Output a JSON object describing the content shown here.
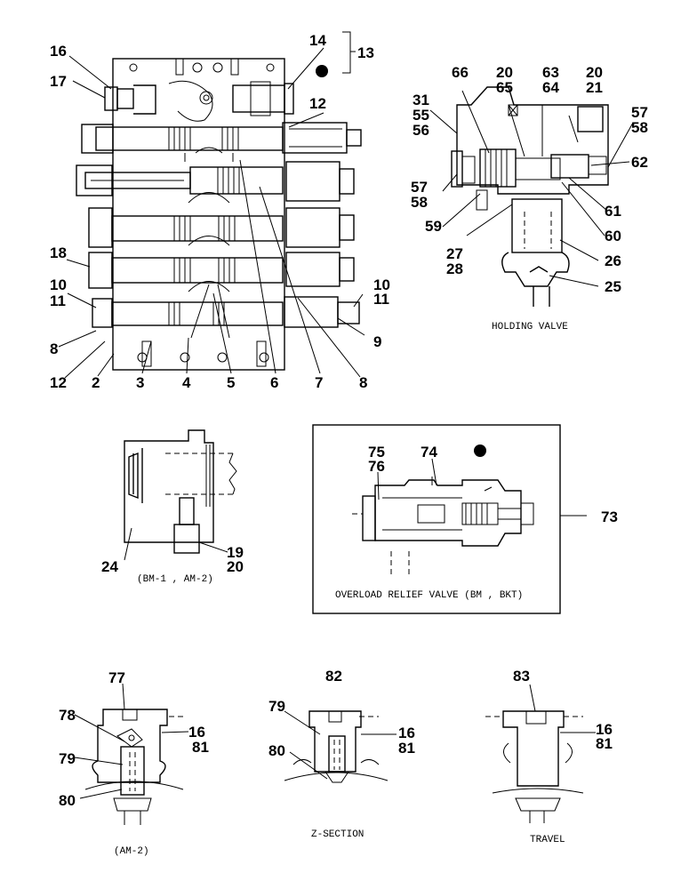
{
  "main_valve": {
    "callouts": {
      "c16": "16",
      "c17": "17",
      "c14": "14",
      "c13": "13",
      "c12a": "12",
      "c18": "18",
      "c10": "10",
      "c11": "11",
      "c8a": "8",
      "c12b": "12",
      "c2": "2",
      "c3": "3",
      "c4": "4",
      "c5": "5",
      "c6": "6",
      "c7": "7",
      "c8b": "8",
      "c9": "9",
      "c10r": "10",
      "c11r": "11"
    }
  },
  "holding_valve": {
    "caption": "HOLDING  VALVE",
    "callouts": {
      "c66": "66",
      "c20a": "20",
      "c65": "65",
      "c63": "63",
      "c64": "64",
      "c20b": "20",
      "c21": "21",
      "c31": "31",
      "c55": "55",
      "c56": "56",
      "c57a": "57",
      "c58a": "58",
      "c62": "62",
      "c57b": "57",
      "c58b": "58",
      "c59": "59",
      "c61": "61",
      "c60": "60",
      "c27": "27",
      "c28": "28",
      "c26": "26",
      "c25": "25"
    }
  },
  "bm_am_detail": {
    "caption": "(BM-1 , AM-2)",
    "callouts": {
      "c19": "19",
      "c20": "20",
      "c24": "24"
    }
  },
  "overload_relief": {
    "caption": "OVERLOAD  RELIEF  VALVE (BM , BKT)",
    "callouts": {
      "c75": "75",
      "c76": "76",
      "c74": "74",
      "c73": "73"
    }
  },
  "am2_detail": {
    "caption": "(AM-2)",
    "callouts": {
      "c77": "77",
      "c78": "78",
      "c16": "16",
      "c81": "81",
      "c79": "79",
      "c80": "80"
    }
  },
  "z_section": {
    "caption": "Z-SECTION",
    "callouts": {
      "c82": "82",
      "c79": "79",
      "c16": "16",
      "c80": "80",
      "c81": "81"
    }
  },
  "travel": {
    "caption": "TRAVEL",
    "callouts": {
      "c83": "83",
      "c16": "16",
      "c81": "81"
    }
  }
}
